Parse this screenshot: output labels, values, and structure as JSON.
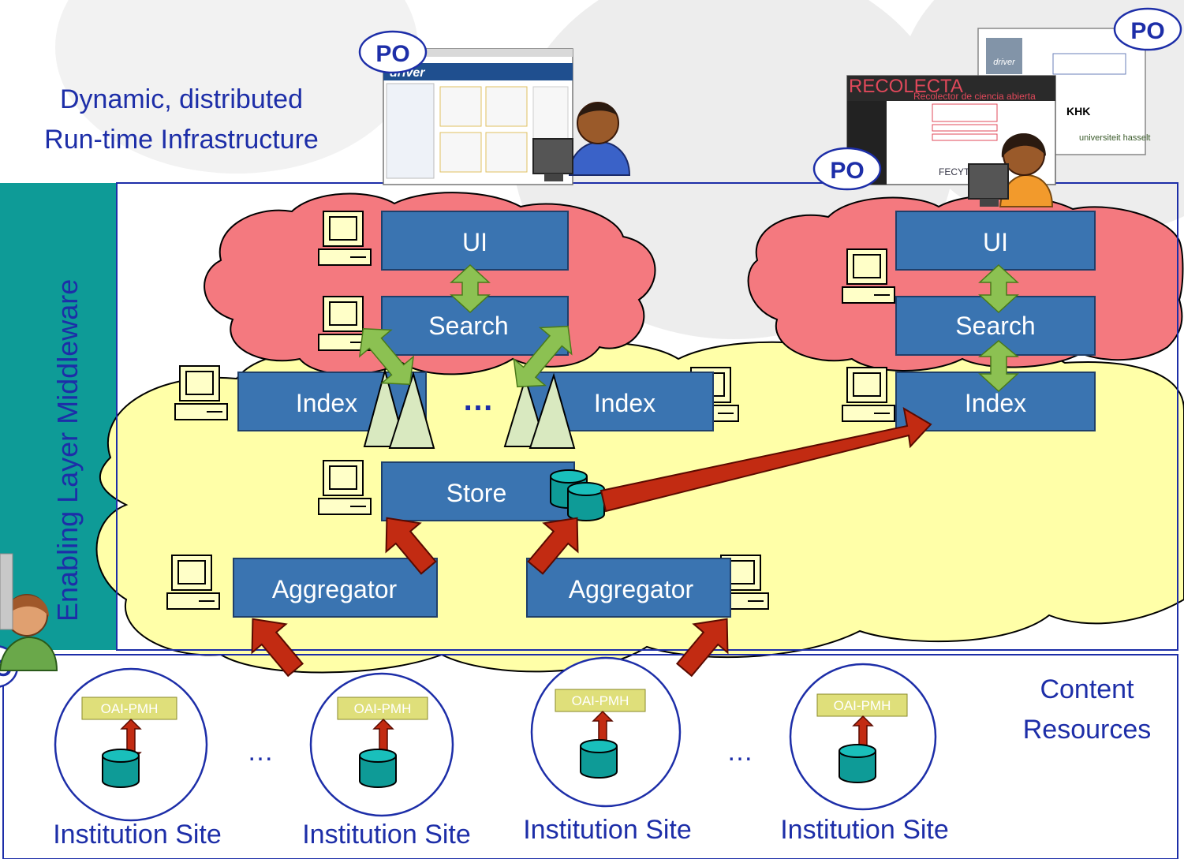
{
  "title": {
    "line1": "Dynamic, distributed",
    "line2": "Run-time Infrastructure"
  },
  "middleware_label": "Enabling Layer Middleware",
  "content_label": {
    "line1": "Content",
    "line2": "Resources"
  },
  "po_badge": "PO",
  "services": {
    "ui_left": "UI",
    "search_left": "Search",
    "index_left": "Index",
    "ellipsis": "…",
    "index_mid": "Index",
    "store": "Store",
    "aggregator_left": "Aggregator",
    "aggregator_right": "Aggregator",
    "ui_right": "UI",
    "search_right": "Search",
    "index_right": "Index"
  },
  "sites": [
    {
      "protocol": "OAI-PMH",
      "label": "Institution Site"
    },
    {
      "protocol": "OAI-PMH",
      "label": "Institution Site"
    },
    {
      "protocol": "OAI-PMH",
      "label": "Institution Site"
    },
    {
      "protocol": "OAI-PMH",
      "label": "Institution Site"
    }
  ],
  "site_ellipsis": "…",
  "portals": {
    "driver": {
      "logo": "driver"
    },
    "recolecta": {
      "title": "RECOLECTA",
      "subtitle": "Recolector de ciencia abierta",
      "sponsor": "FECYT"
    },
    "hasselt": {
      "logo": "driver",
      "partner1": "KHK",
      "partner2": "universiteit hasselt"
    }
  },
  "colors": {
    "service_box": "#3a74b1",
    "service_border": "#1f3f6a",
    "red_cloud": "#f4797f",
    "yellow_cloud": "#ffffa8",
    "teal_band": "#0e9b97",
    "green_arrow": "#8cc152",
    "red_arrow": "#c22b12",
    "oai_box": "#dfdf7a",
    "db": "#0e9b97",
    "text_blue": "#1d2ea8"
  }
}
